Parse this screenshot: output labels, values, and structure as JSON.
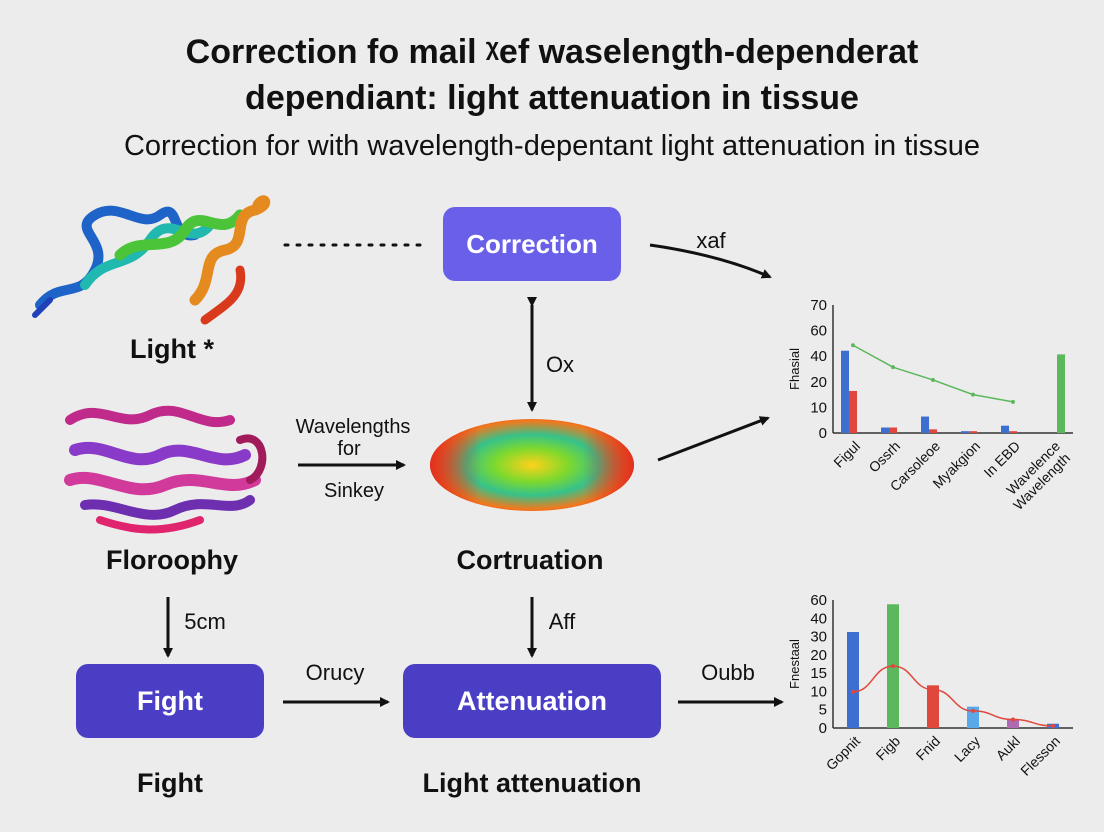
{
  "header": {
    "title_line1": "Correction fo mail ᵡef waselength-dependerat",
    "title_line2": "dependiant: light attenuation in tissue",
    "subtitle": "Correction for with wavelength-depentant light attenuation in tissue"
  },
  "nodes": {
    "light_label": "Light  *",
    "floroophy_label": "Floroophy",
    "correction_box": "Correction",
    "cortruation_label": "Cortruation",
    "fight_box": "Fight",
    "fight_label": "Fight",
    "attenuation_box": "Attenuation",
    "light_attenuation_label": "Light attenuation"
  },
  "edges": {
    "xaf": "xaf",
    "ox": "Ox",
    "wavelengths_for_line1": "Wavelengths",
    "wavelengths_for_line2": "for",
    "sinkey": "Sinkey",
    "five_cm": "5cm",
    "aff": "Aff",
    "orucy": "Orucy",
    "oubb": "Oubb"
  },
  "colors": {
    "correction_box": "#6a5fe8",
    "fight_box": "#4a3fc4",
    "attenuation_box": "#4a3fc4"
  },
  "chart_data": [
    {
      "type": "bar",
      "ylabel": "Fhasial",
      "ylim": [
        0,
        70
      ],
      "yticks": [
        0,
        10,
        20,
        40,
        60,
        70
      ],
      "categories": [
        "Figul",
        "Ossrh",
        "Carsoleoe",
        "Myakgion",
        "In EBD",
        "Wavelence\nWavelength"
      ],
      "series": [
        {
          "color": "#3d6fd1",
          "values": [
            45,
            3,
            9,
            1,
            4,
            0
          ]
        },
        {
          "color": "#e0483e",
          "values": [
            23,
            3,
            2,
            1,
            1,
            0
          ]
        },
        {
          "color": "#5cb85c",
          "values": [
            0,
            0,
            0,
            0,
            0,
            43
          ]
        }
      ],
      "line": {
        "color": "#5cb85c",
        "values": [
          48,
          36,
          29,
          21,
          17
        ]
      }
    },
    {
      "type": "bar",
      "ylabel": "Fnestaal",
      "ylim": [
        0,
        60
      ],
      "yticks": [
        0,
        5,
        10,
        15,
        20,
        30,
        40,
        60
      ],
      "categories": [
        "Gopnit",
        "Figb",
        "Fnid",
        "Lacy",
        "Aukl",
        "Flesson"
      ],
      "values": [
        45,
        58,
        20,
        10,
        4,
        2
      ],
      "colors": [
        "#3d6fd1",
        "#5cb85c",
        "#e0483e",
        "#5aa8e8",
        "#b06ab3",
        "#3d6fd1"
      ],
      "line": {
        "color": "#e0483e",
        "values": [
          17,
          29,
          18,
          8,
          4,
          1
        ]
      }
    }
  ]
}
